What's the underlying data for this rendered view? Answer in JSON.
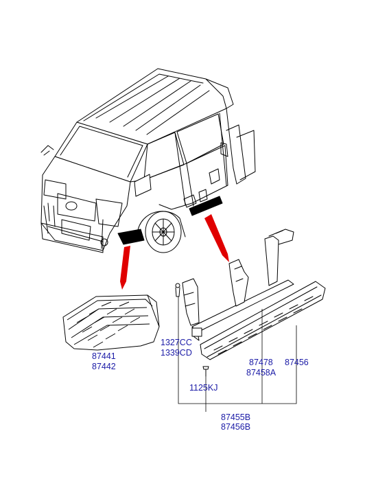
{
  "labels": {
    "step_cover_lh": "87441",
    "step_cover_rh": "87442",
    "clip_a": "1327CC",
    "clip_b": "1339CD",
    "screw": "1125KJ",
    "bracket_a": "87478",
    "bracket_b": "87458A",
    "step_pad": "87456",
    "assy_lh": "87455B",
    "assy_rh": "87456B"
  },
  "colors": {
    "line": "#000000",
    "label": "#1a1aa6",
    "callout": "#e00000"
  }
}
